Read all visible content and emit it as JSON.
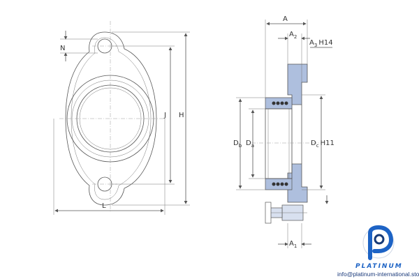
{
  "labels": {
    "N": "N",
    "J": "J",
    "H": "H",
    "L": "L",
    "A": "A",
    "A2_base": "A",
    "A2_sub": "2",
    "A3_base": "A",
    "A3_sub": "3",
    "A3_tol": "H14",
    "Db_base": "D",
    "Db_sub": "b",
    "Da_base": "D",
    "Da_sub": "a",
    "Dc_base": "D",
    "Dc_sub": "c",
    "Dc_tol": "H11",
    "A1_base": "A",
    "A1_sub": "1"
  },
  "brand": {
    "name": "PLATINUM",
    "email": "info@platinum-international.store"
  },
  "colors": {
    "line": "#555555",
    "section_fill": "#aebfde",
    "brand_blue": "#1d63c5",
    "brand_dark": "#163a78"
  }
}
